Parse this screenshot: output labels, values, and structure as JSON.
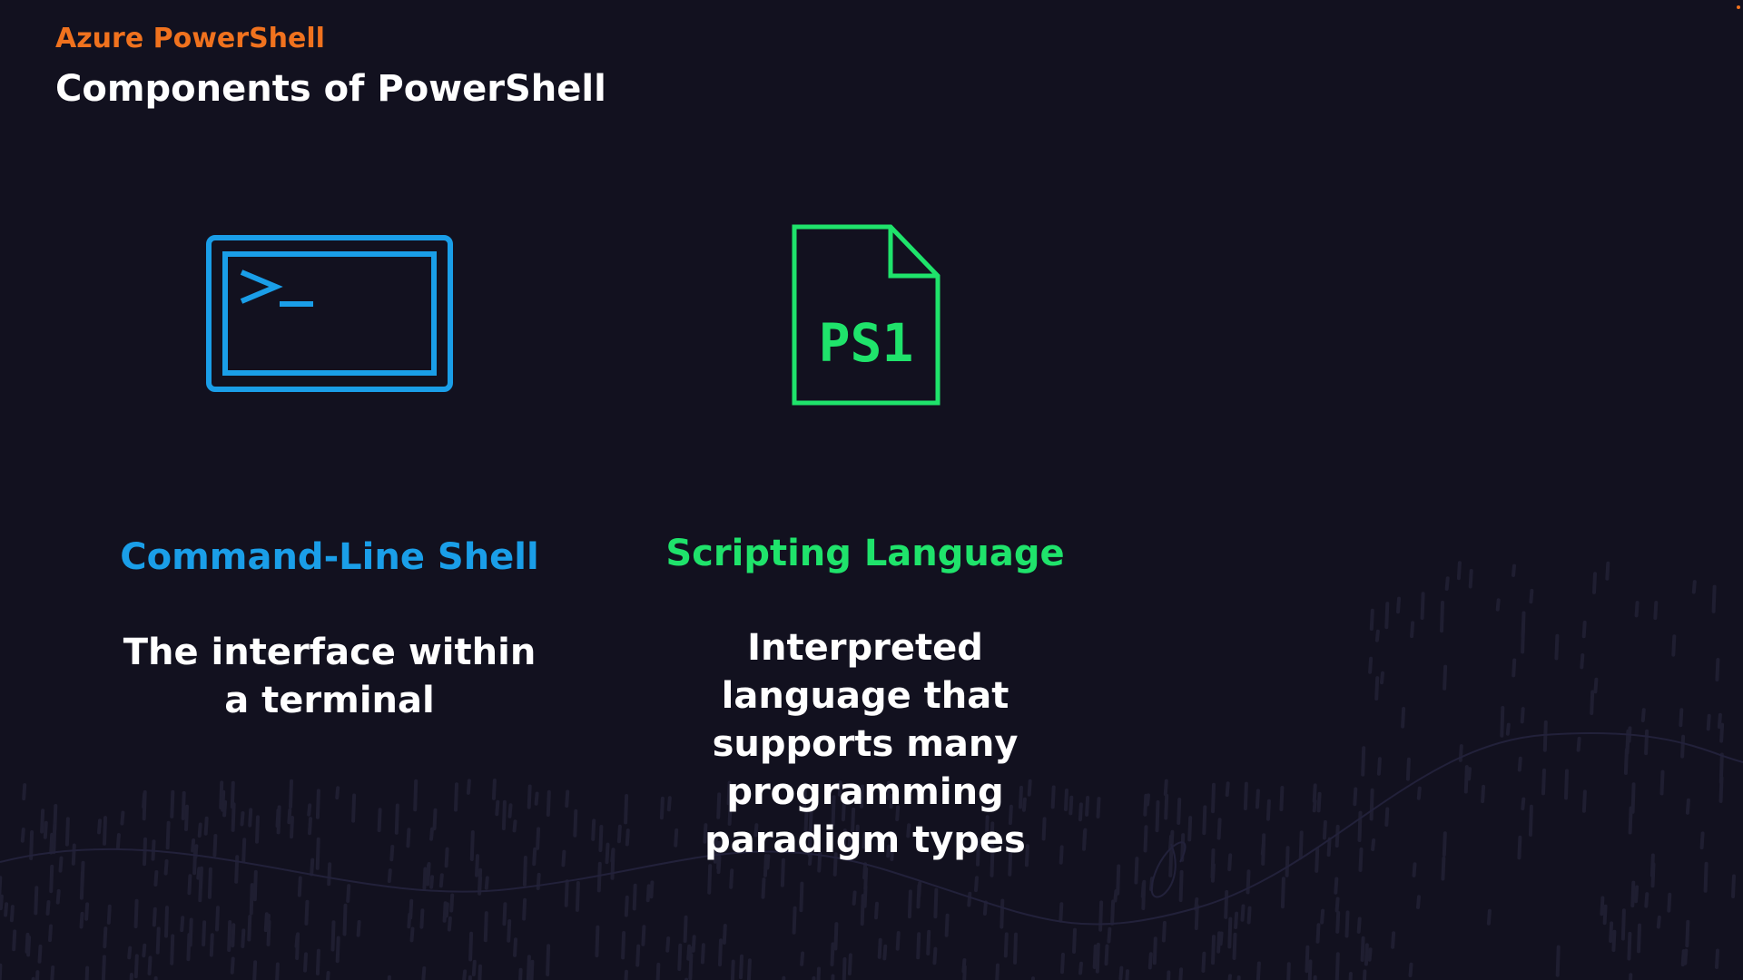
{
  "slide": {
    "eyebrow": "Azure PowerShell",
    "title": "Components of PowerShell"
  },
  "colors": {
    "background": "#12111f",
    "eyebrow": "#f0721e",
    "shell": "#1a9ee8",
    "scripting": "#1fe36b"
  },
  "cards": [
    {
      "title": "Command-Line Shell",
      "description": "The interface within a terminal",
      "icon": "terminal-icon"
    },
    {
      "title": "Scripting Language",
      "description": "Interpreted language that supports many programming paradigm types",
      "icon": "ps1-file-icon",
      "icon_text": "PS1"
    }
  ]
}
